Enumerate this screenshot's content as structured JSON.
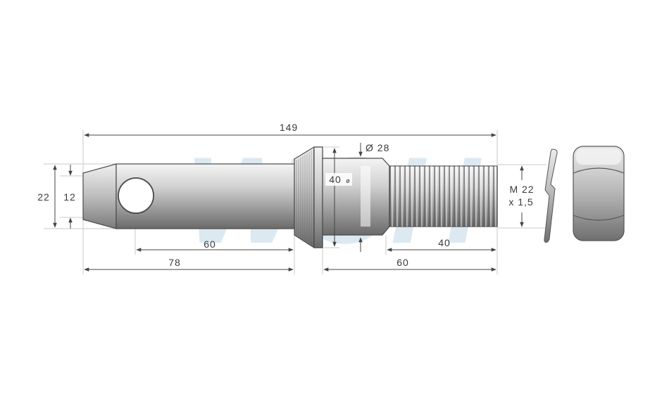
{
  "watermark": {
    "text": "WCH",
    "color": "#d6e6ef"
  },
  "colors": {
    "metal_light": "#eeeeee",
    "metal_dark": "#6e6e6e",
    "outline": "#4a4a4a"
  },
  "dimensions": {
    "overall_length": "149",
    "flange_diameter": "40",
    "flange_diameter_symbol": "ø",
    "shoulder_diameter": "Ø 28",
    "pin_diameter": "22",
    "hole_diameter": "12",
    "hole_to_flange": "60",
    "pin_length": "78",
    "thread_length": "40",
    "shank_length": "60",
    "thread_spec_line1": "M 22",
    "thread_spec_line2": "x 1,5"
  }
}
